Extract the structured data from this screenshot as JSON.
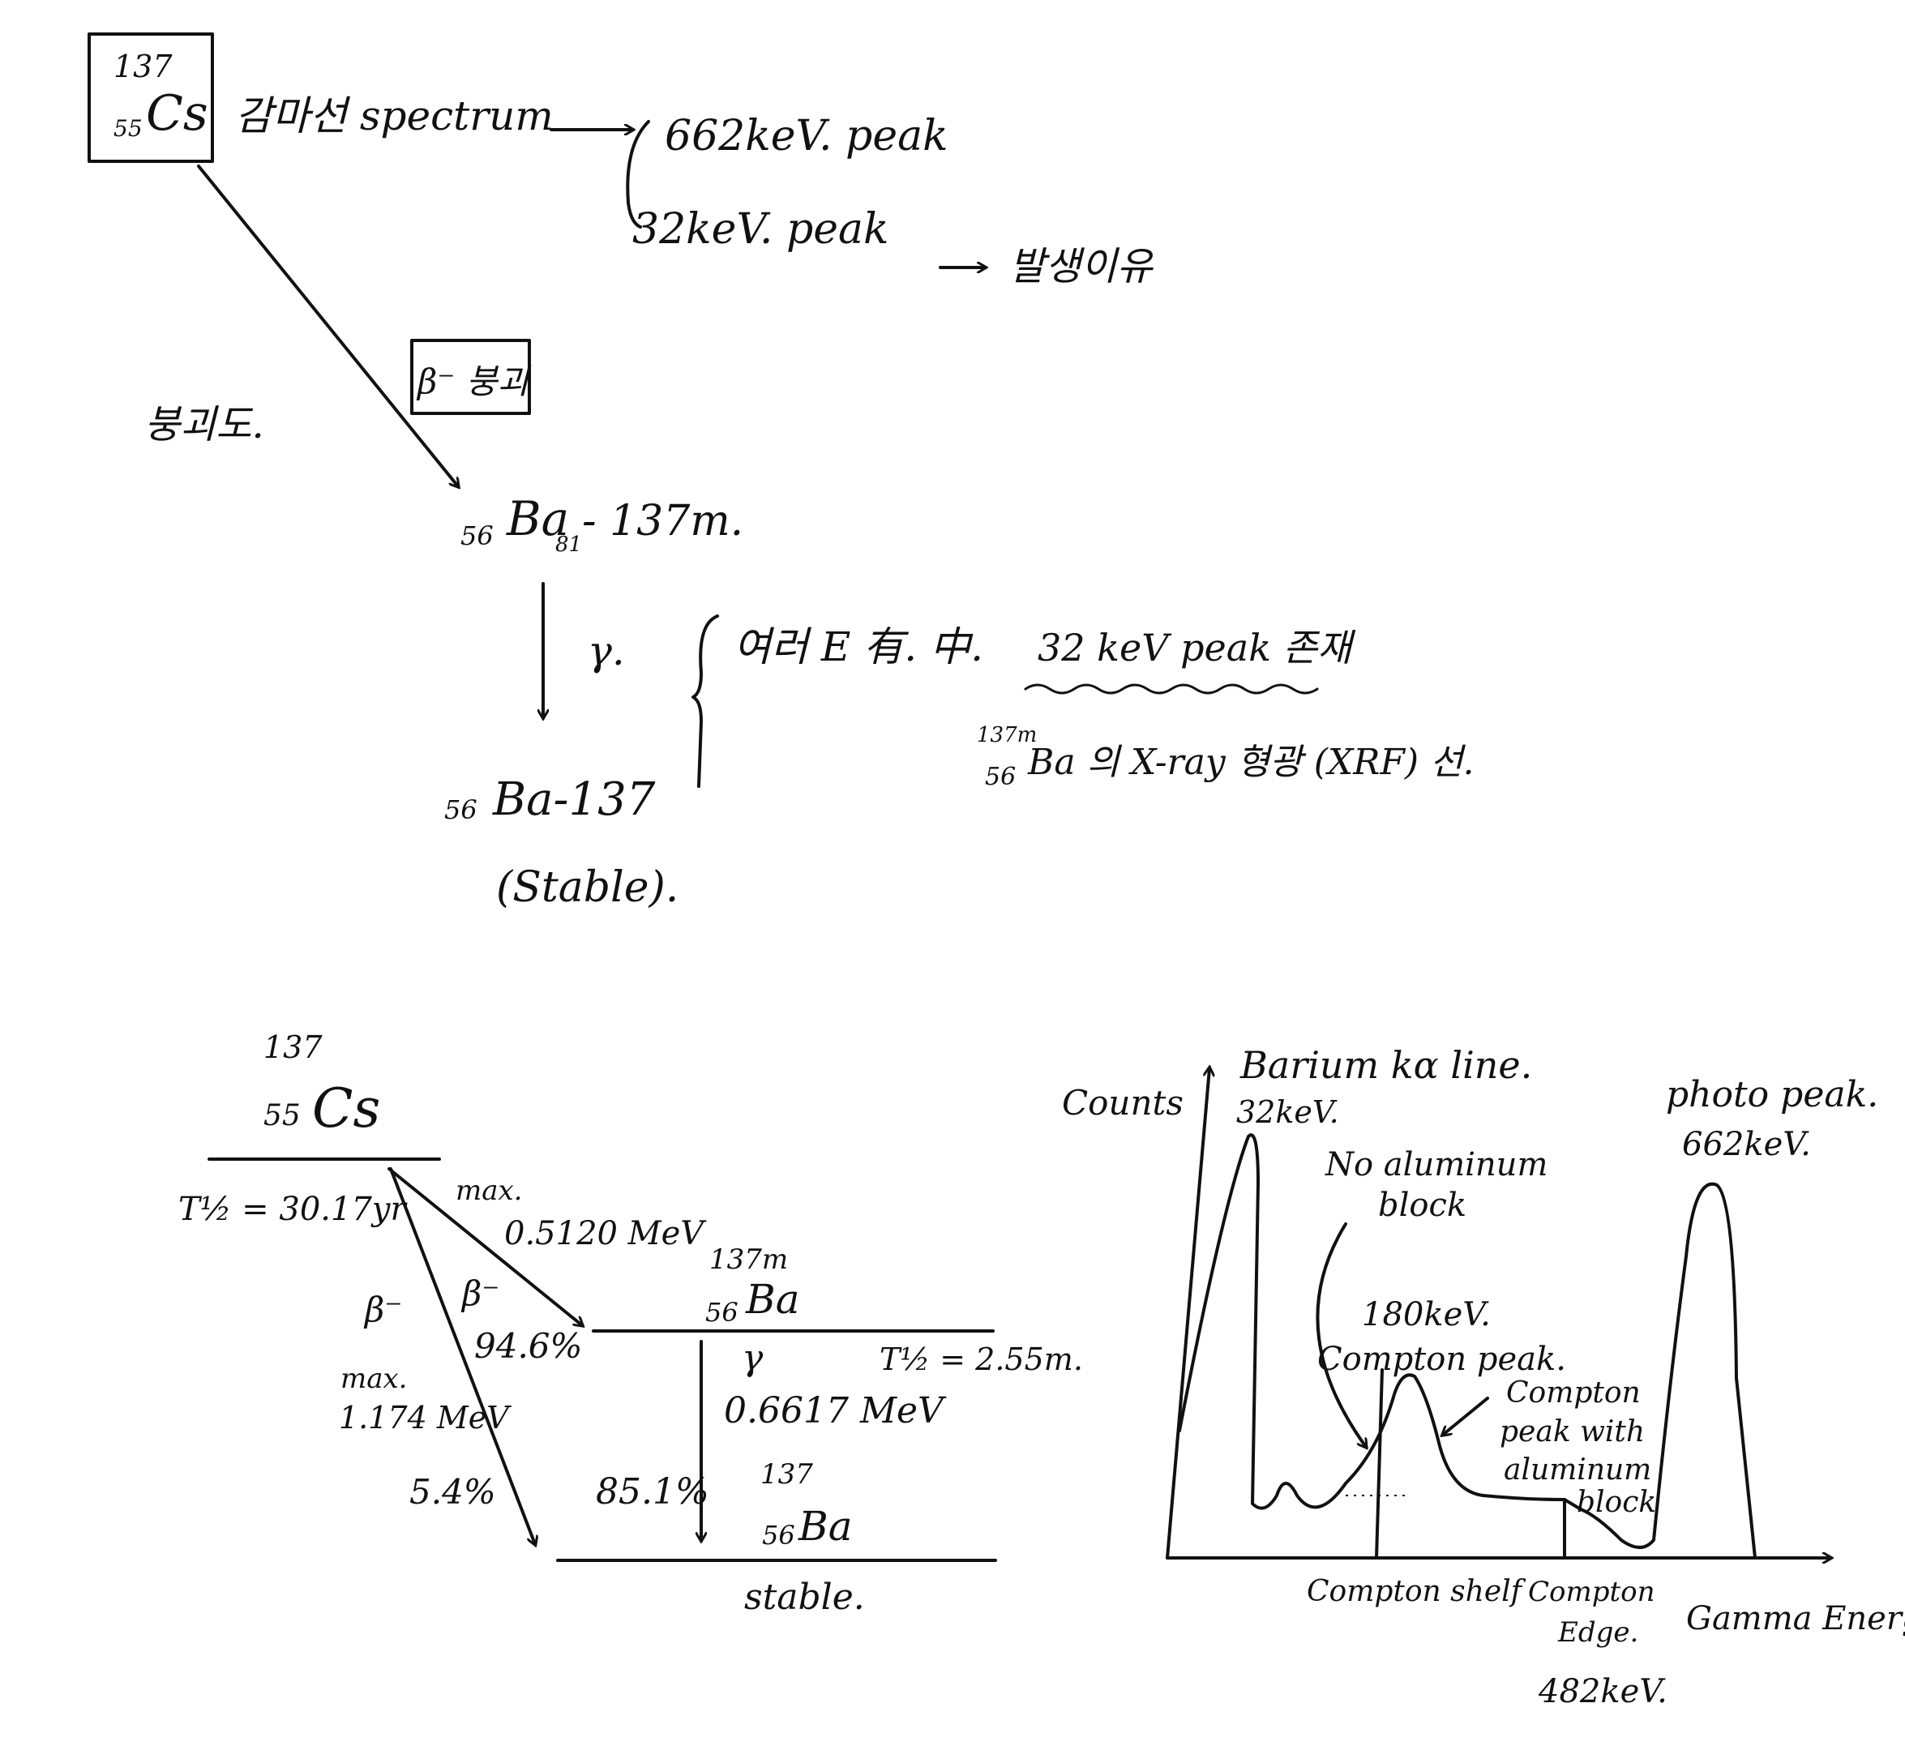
{
  "top": {
    "cs_mass": "137",
    "cs_atomic": "55",
    "cs_symbol": "Cs",
    "gamma_spectrum": "감마선 spectrum",
    "peak_662": "662keV. peak",
    "peak_32": "32keV. peak",
    "reason": "발생이유",
    "decay_diagram_label": "붕괴도.",
    "beta_decay_box": "β⁻ 붕괴",
    "ba137m_atomic": "56",
    "ba137m_symbol": "Ba",
    "ba137m_sub": "81",
    "ba137m_mass": "- 137m.",
    "gamma_symbol": "γ.",
    "note_energies": "여러 E 有. 中.",
    "note_32kev": "32 keV peak 존재",
    "note_mass": "137m",
    "note_atomic": "56",
    "note_xrf": "Ba 의 X-ray 형광 (XRF) 선.",
    "ba137_atomic": "56",
    "ba137_symbol": "Ba-137",
    "stable": "(Stable)."
  },
  "decay": {
    "cs_mass": "137",
    "cs_atomic": "55",
    "cs_symbol": "Cs",
    "half_life_cs": "T½ = 30.17yr",
    "max_label_1": "max.",
    "max_energy_1": "0.5120 MeV",
    "beta_1": "β⁻",
    "branch_1": "94.6%",
    "beta_2": "β⁻",
    "max_label_2": "max.",
    "max_energy_2": "1.174 MeV",
    "branch_2": "5.4%",
    "bam_mass": "137m",
    "bam_atomic": "56",
    "bam_symbol": "Ba",
    "half_life_ba": "T½ = 2.55m.",
    "gamma_label": "γ",
    "gamma_energy": "0.6617 MeV",
    "gamma_branch": "85.1%",
    "ba_mass": "137",
    "ba_atomic": "56",
    "ba_symbol": "Ba",
    "stable": "stable."
  },
  "spectrum": {
    "ylabel": "Counts",
    "xlabel": "Gamma Energy",
    "barium_line": "Barium kα line.",
    "barium_energy": "32keV.",
    "no_aluminum": "No aluminum",
    "no_aluminum_2": "block",
    "compton_peak_energy": "180keV.",
    "compton_peak": "Compton peak.",
    "compton_with_al_1": "Compton",
    "compton_with_al_2": "peak with",
    "compton_with_al_3": "aluminum",
    "compton_with_al_4": "block",
    "photopeak": "photo peak.",
    "photopeak_energy": "662keV.",
    "compton_shelf": "Compton shelf",
    "compton_edge_1": "Compton",
    "compton_edge_2": "Edge.",
    "compton_edge_energy": "482keV."
  }
}
